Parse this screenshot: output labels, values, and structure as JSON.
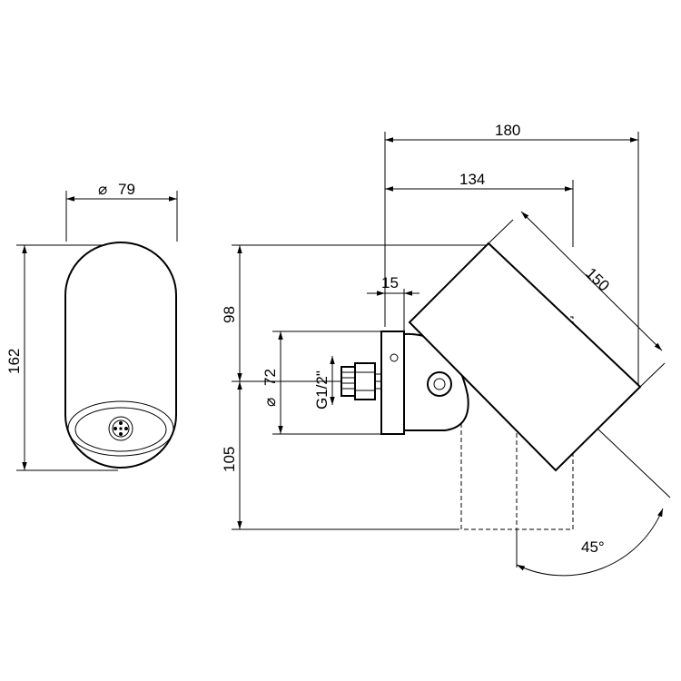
{
  "dimensions": {
    "diameter_body": "79",
    "height_body": "162",
    "total_depth": "180",
    "depth_to_pivot": "134",
    "shower_length": "150",
    "flange_thickness": "15",
    "upper_height": "98",
    "flange_diameter": "72",
    "thread": "G1/2\"",
    "lower_height": "105",
    "tilt_angle": "45°"
  },
  "symbols": {
    "diameter": "⌀"
  }
}
